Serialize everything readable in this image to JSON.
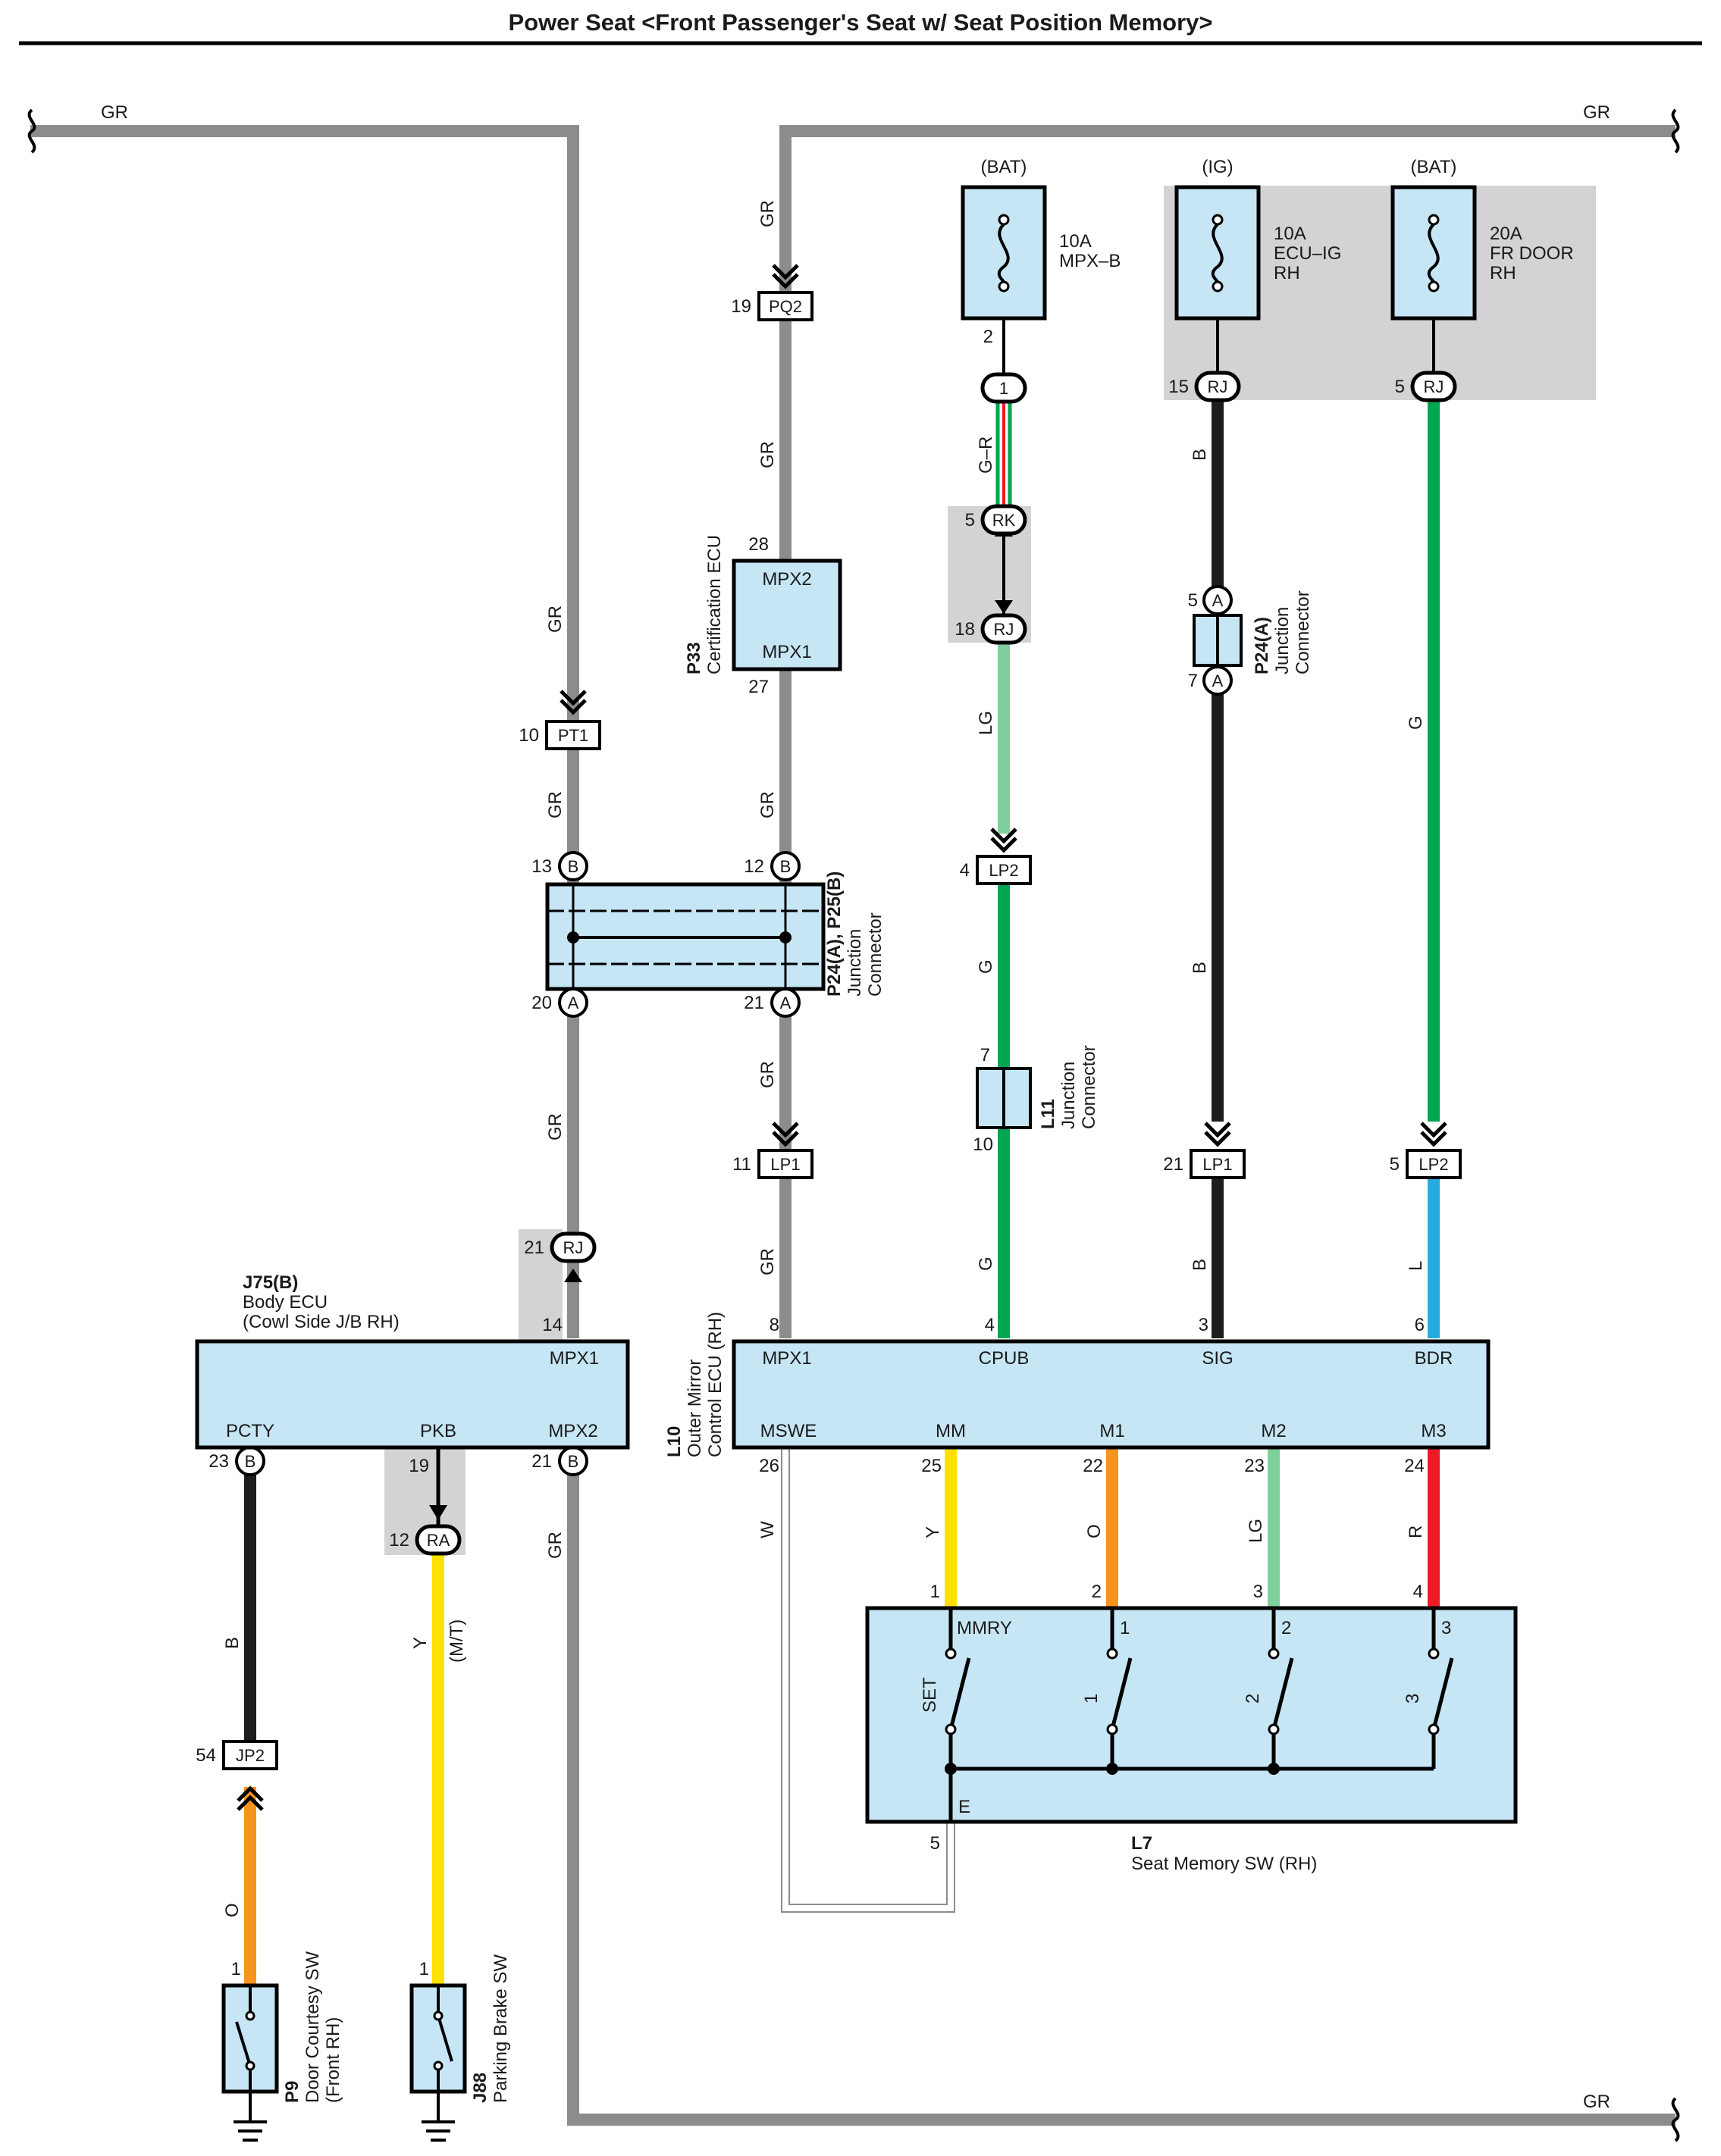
{
  "title": "Power Seat <Front Passenger's Seat w/ Seat Position Memory>",
  "colors": {
    "GR": "#8c8c8c",
    "B": "#1e1e1e",
    "G": "#00a651",
    "LG": "#7fcf9b",
    "Y": "#ffe000",
    "O": "#f7941d",
    "R": "#ed1c24",
    "L": "#27aae1",
    "W": "#ffffff",
    "component_fill": "#c6e6f5",
    "shade": "#d3d3d5"
  },
  "wire_labels": {
    "gr_bus_left": "GR",
    "gr_bus_right": "GR",
    "gr_bus_bottom": "GR",
    "gr_left_1": "GR",
    "gr_left_2": "GR",
    "gr_left_3": "GR",
    "gr_left_4": "GR",
    "gr_mid_1": "GR",
    "gr_mid_2": "GR",
    "gr_mid_3": "GR",
    "gr_mid_4": "GR",
    "gr_mid_5": "GR",
    "g_r": "G–R",
    "lg_1": "LG",
    "g_1": "G",
    "g_2": "G",
    "b_1": "B",
    "b_2": "B",
    "b_3": "B",
    "g_right": "G",
    "l_right": "L",
    "b_courtesy": "B",
    "o_courtesy": "O",
    "y_pkb": "Y",
    "mt": "(M/T)",
    "w_mswe": "W",
    "y_mm": "Y",
    "o_m1": "O",
    "lg_m2": "LG",
    "r_m3": "R"
  },
  "supply": {
    "bat1": "(BAT)",
    "ig": "(IG)",
    "bat2": "(BAT)"
  },
  "fuses": {
    "mpxb": {
      "l1": "10A",
      "l2": "MPX–B"
    },
    "ecuig": {
      "l1": "10A",
      "l2": "ECU–IG",
      "l3": "RH"
    },
    "frdoor": {
      "l1": "20A",
      "l2": "FR DOOR",
      "l3": "RH"
    }
  },
  "connectors": {
    "pt1": "PT1",
    "pq2": "PQ2",
    "lp1_left": "LP1",
    "lp2_mid": "LP2",
    "lp1_right": "LP1",
    "lp2_right": "LP2",
    "jp2": "JP2",
    "rj_top1": "RJ",
    "rj_top2": "RJ",
    "rk": "RK",
    "rj_mid": "RJ",
    "rj_body": "RJ",
    "ra": "RA",
    "one": "1",
    "b_13": "B",
    "b_12": "B",
    "a_20": "A",
    "a_21": "A",
    "a_5": "A",
    "a_7": "A",
    "b_23": "B",
    "b_21": "B"
  },
  "pins": {
    "pt1": "10",
    "pq2": "19",
    "p33_28": "28",
    "p33_27": "27",
    "p24_13": "13",
    "p24_12": "12",
    "p24_20": "20",
    "p24_21": "21",
    "lp1_left": "11",
    "mpxb_2": "2",
    "rk": "5",
    "rj_mid": "18",
    "lp2_mid": "4",
    "l11_7": "7",
    "l11_10": "10",
    "rj_15": "15",
    "rj_5": "5",
    "p24a_5": "5",
    "p24a_7": "7",
    "lp1_right": "21",
    "lp2_right": "5",
    "l10_8": "8",
    "l10_4": "4",
    "l10_3": "3",
    "l10_6": "6",
    "l10_26": "26",
    "l10_25": "25",
    "l10_22": "22",
    "l10_23": "23",
    "l10_24": "24",
    "rj_body": "21",
    "j75_14": "14",
    "j75_23": "23",
    "j75_19": "19",
    "j75_21": "21",
    "ra": "12",
    "jp2": "54",
    "p9_1": "1",
    "j88_1": "1",
    "l7_1": "1",
    "l7_2": "2",
    "l7_3": "3",
    "l7_4": "4",
    "l7_5": "5"
  },
  "components": {
    "p33": {
      "id": "P33",
      "name": "Certification ECU",
      "t1": "MPX2",
      "t2": "MPX1"
    },
    "p24ab": {
      "id": "P24(A), P25(B)",
      "name1": "Junction",
      "name2": "Connector"
    },
    "p24a": {
      "id": "P24(A)",
      "name1": "Junction",
      "name2": "Connector"
    },
    "l11": {
      "id": "L11",
      "name1": "Junction",
      "name2": "Connector"
    },
    "j75": {
      "id": "J75(B)",
      "name1": "Body ECU",
      "name2": "(Cowl Side J/B RH)",
      "t_mpx1": "MPX1",
      "t_pcty": "PCTY",
      "t_pkb": "PKB",
      "t_mpx2": "MPX2"
    },
    "l10": {
      "id": "L10",
      "name1": "Outer Mirror",
      "name2": "Control ECU (RH)",
      "t_mpx1": "MPX1",
      "t_cpub": "CPUB",
      "t_sig": "SIG",
      "t_bdr": "BDR",
      "t_mswe": "MSWE",
      "t_mm": "MM",
      "t_m1": "M1",
      "t_m2": "M2",
      "t_m3": "M3"
    },
    "l7": {
      "id": "L7",
      "name": "Seat Memory SW (RH)",
      "t_mmry": "MMRY",
      "t1": "1",
      "t2": "2",
      "t3": "3",
      "set": "SET",
      "s1": "1",
      "s2": "2",
      "s3": "3",
      "e": "E"
    },
    "p9": {
      "id": "P9",
      "name1": "Door Courtesy SW",
      "name2": "(Front RH)"
    },
    "j88": {
      "id": "J88",
      "name": "Parking Brake SW"
    }
  }
}
